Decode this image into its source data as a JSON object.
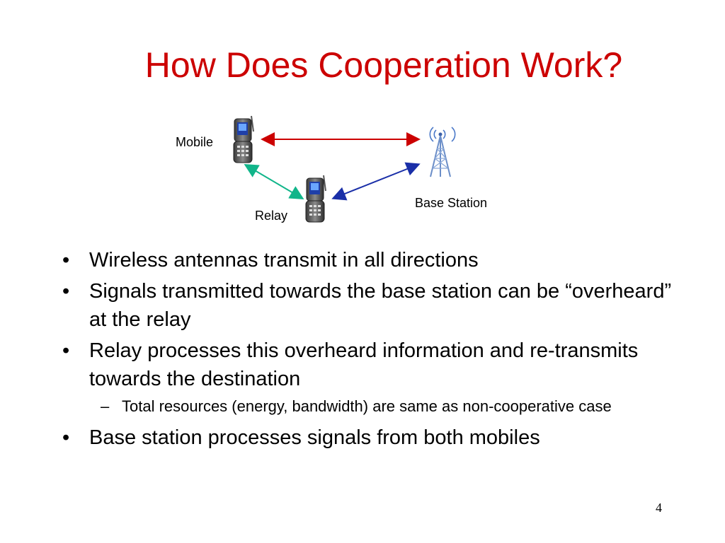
{
  "slide": {
    "title": "How Does Cooperation Work?",
    "page_number": "4"
  },
  "diagram": {
    "labels": {
      "mobile": "Mobile",
      "relay": "Relay",
      "base_station": "Base Station"
    },
    "colors": {
      "mobile_base_arrow": "#cc0000",
      "mobile_relay_arrow": "#11b58a",
      "relay_base_arrow": "#1a2fa8"
    }
  },
  "bullets": [
    {
      "text": "Wireless antennas transmit in all directions"
    },
    {
      "text": "Signals transmitted towards the base station can be “overheard” at the relay"
    },
    {
      "text": "Relay processes this overheard information and re-transmits towards the destination",
      "sub": [
        "Total resources (energy, bandwidth) are same as non-cooperative case"
      ]
    },
    {
      "text": "Base station processes signals from both mobiles"
    }
  ],
  "markers": {
    "bullet": "•",
    "dash": "–"
  }
}
